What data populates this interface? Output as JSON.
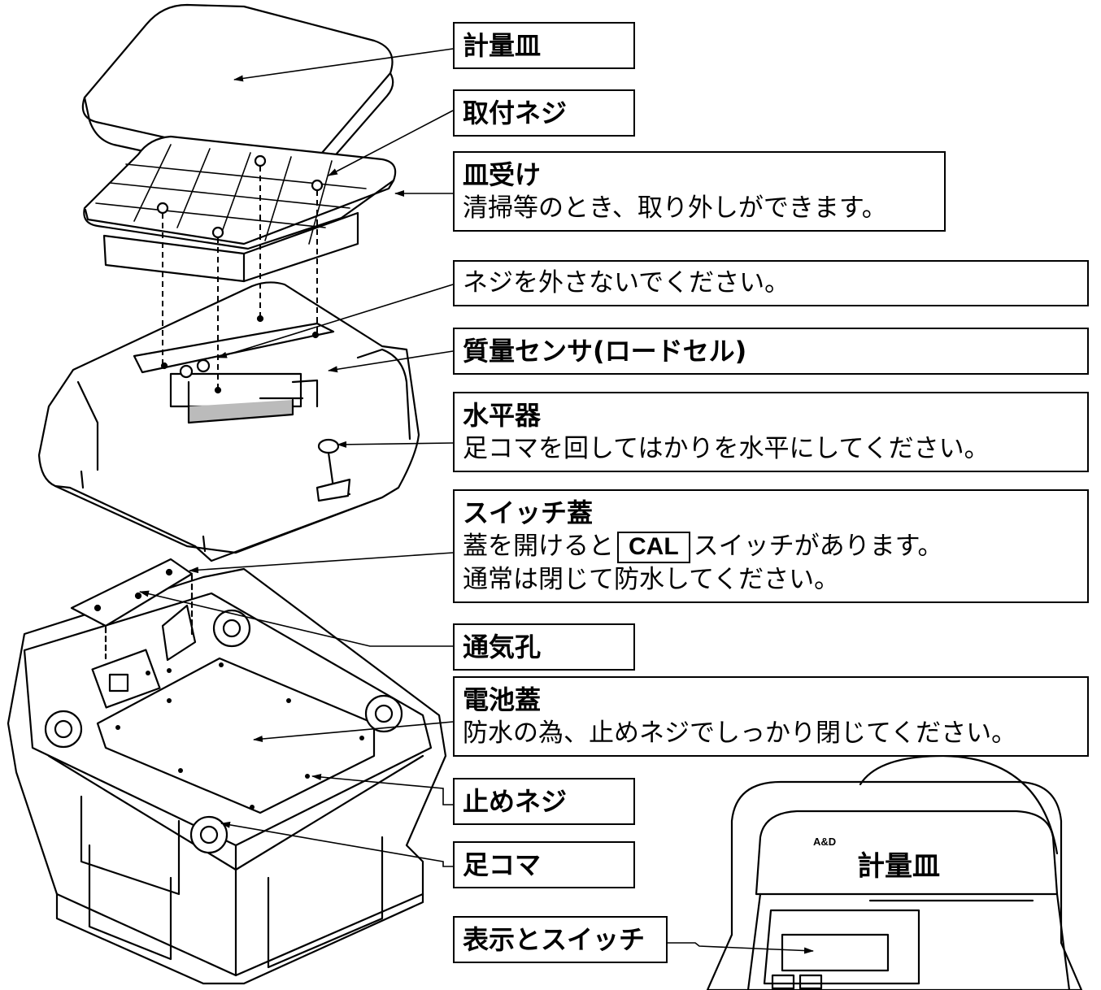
{
  "labels": {
    "pan": "計量皿",
    "screw": "取付ネジ",
    "pan_support": {
      "title": "皿受け",
      "desc": "清掃等のとき、取り外しができます。"
    },
    "do_not_remove": "ネジを外さないでください。",
    "load_cell": "質量センサ(ロードセル)",
    "level": {
      "title": "水平器",
      "desc": "足コマを回してはかりを水平にしてください。"
    },
    "switch_cover": {
      "title": "スイッチ蓋",
      "desc1_before": "蓋を開けると",
      "key": "CAL",
      "desc1_after": "スイッチがあります。",
      "desc2": "通常は閉じて防水してください。"
    },
    "vent": "通気孔",
    "battery_cover": {
      "title": "電池蓋",
      "desc": "防水の為、止めネジでしっかり閉じてください。"
    },
    "fix_screw": "止めネジ",
    "foot": "足コマ",
    "pan_front": "計量皿",
    "display_switch": "表示とスイッチ"
  },
  "brand": "A&D"
}
